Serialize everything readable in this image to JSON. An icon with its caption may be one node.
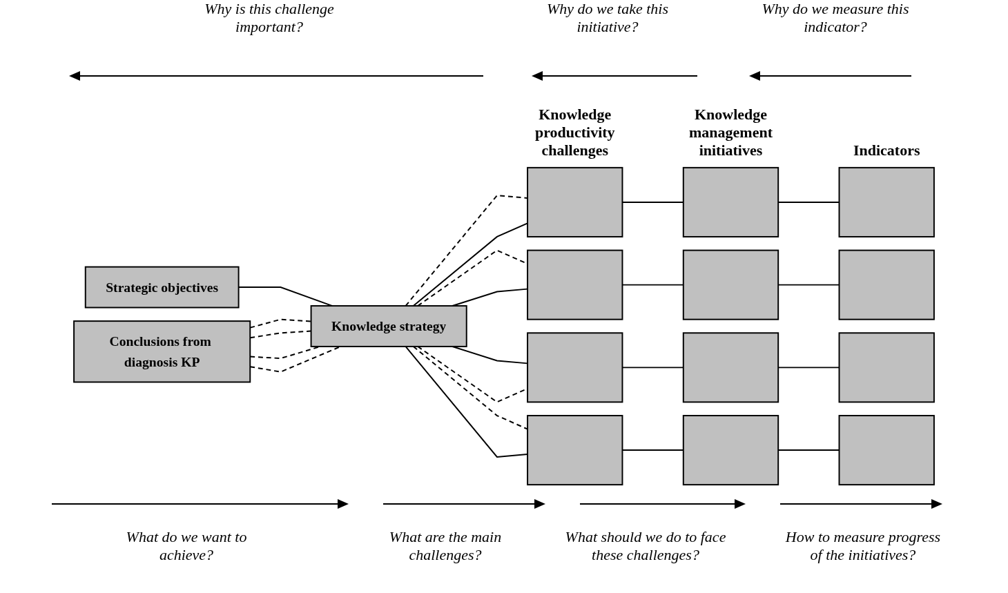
{
  "diagram": {
    "nodes": [
      {
        "text": [
          "Strategic objectives"
        ]
      },
      {
        "text": [
          "Conclusions from diagnosis KP"
        ]
      },
      {
        "text": [
          "Knowledge strategy"
        ]
      },
      {
        "text": [],
        "shape": "box"
      },
      {
        "text": [],
        "shape": "box"
      },
      {
        "text": [],
        "shape": "box"
      },
      {
        "text": [],
        "shape": "box"
      },
      {
        "text": [],
        "shape": "box"
      },
      {
        "text": [],
        "shape": "box"
      },
      {
        "text": [],
        "shape": "box"
      },
      {
        "text": [],
        "shape": "box"
      },
      {
        "text": [],
        "shape": "box"
      },
      {
        "text": [],
        "shape": "box"
      },
      {
        "text": [],
        "shape": "box"
      },
      {
        "text": [],
        "shape": "box"
      }
    ],
    "edges": [
      {
        "from": 0,
        "to": 2,
        "arrow": "none"
      },
      {
        "from": 1,
        "to": 2,
        "arrow": "none",
        "style": "dashed"
      },
      {
        "from": 1,
        "to": 2,
        "arrow": "none",
        "style": "dashed"
      },
      {
        "from": 1,
        "to": 2,
        "arrow": "none",
        "style": "dashed"
      },
      {
        "from": 1,
        "to": 2,
        "arrow": "none",
        "style": "dashed"
      },
      {
        "from": 2,
        "to": 3,
        "arrow": "none",
        "style": "dashed"
      },
      {
        "from": 2,
        "to": 3,
        "arrow": "none"
      },
      {
        "from": 2,
        "to": 4,
        "arrow": "none",
        "style": "dashed"
      },
      {
        "from": 2,
        "to": 4,
        "arrow": "none"
      },
      {
        "from": 2,
        "to": 5,
        "arrow": "none"
      },
      {
        "from": 2,
        "to": 5,
        "arrow": "none",
        "style": "dashed"
      },
      {
        "from": 2,
        "to": 6,
        "arrow": "none",
        "style": "dashed"
      },
      {
        "from": 2,
        "to": 6,
        "arrow": "none"
      },
      {
        "from": 3,
        "to": 7,
        "arrow": "none"
      },
      {
        "from": 4,
        "to": 8,
        "arrow": "none"
      },
      {
        "from": 5,
        "to": 9,
        "arrow": "none"
      },
      {
        "from": 6,
        "to": 10,
        "arrow": "none"
      },
      {
        "from": 7,
        "to": 11,
        "arrow": "none"
      },
      {
        "from": 8,
        "to": 12,
        "arrow": "none"
      },
      {
        "from": 9,
        "to": 13,
        "arrow": "none"
      },
      {
        "from": 10,
        "to": 14,
        "arrow": "none"
      }
    ],
    "labels": [
      "Why is this challenge important?",
      "Why do we take this initiative?",
      "Why do we measure this indicator?",
      "Knowledge productivity challenges",
      "Knowledge management initiatives",
      "Indicators",
      "What do we want to achieve?",
      "What are the main challenges?",
      "What should we do to face these challenges?",
      "How to measure progress of the initiatives?"
    ]
  }
}
